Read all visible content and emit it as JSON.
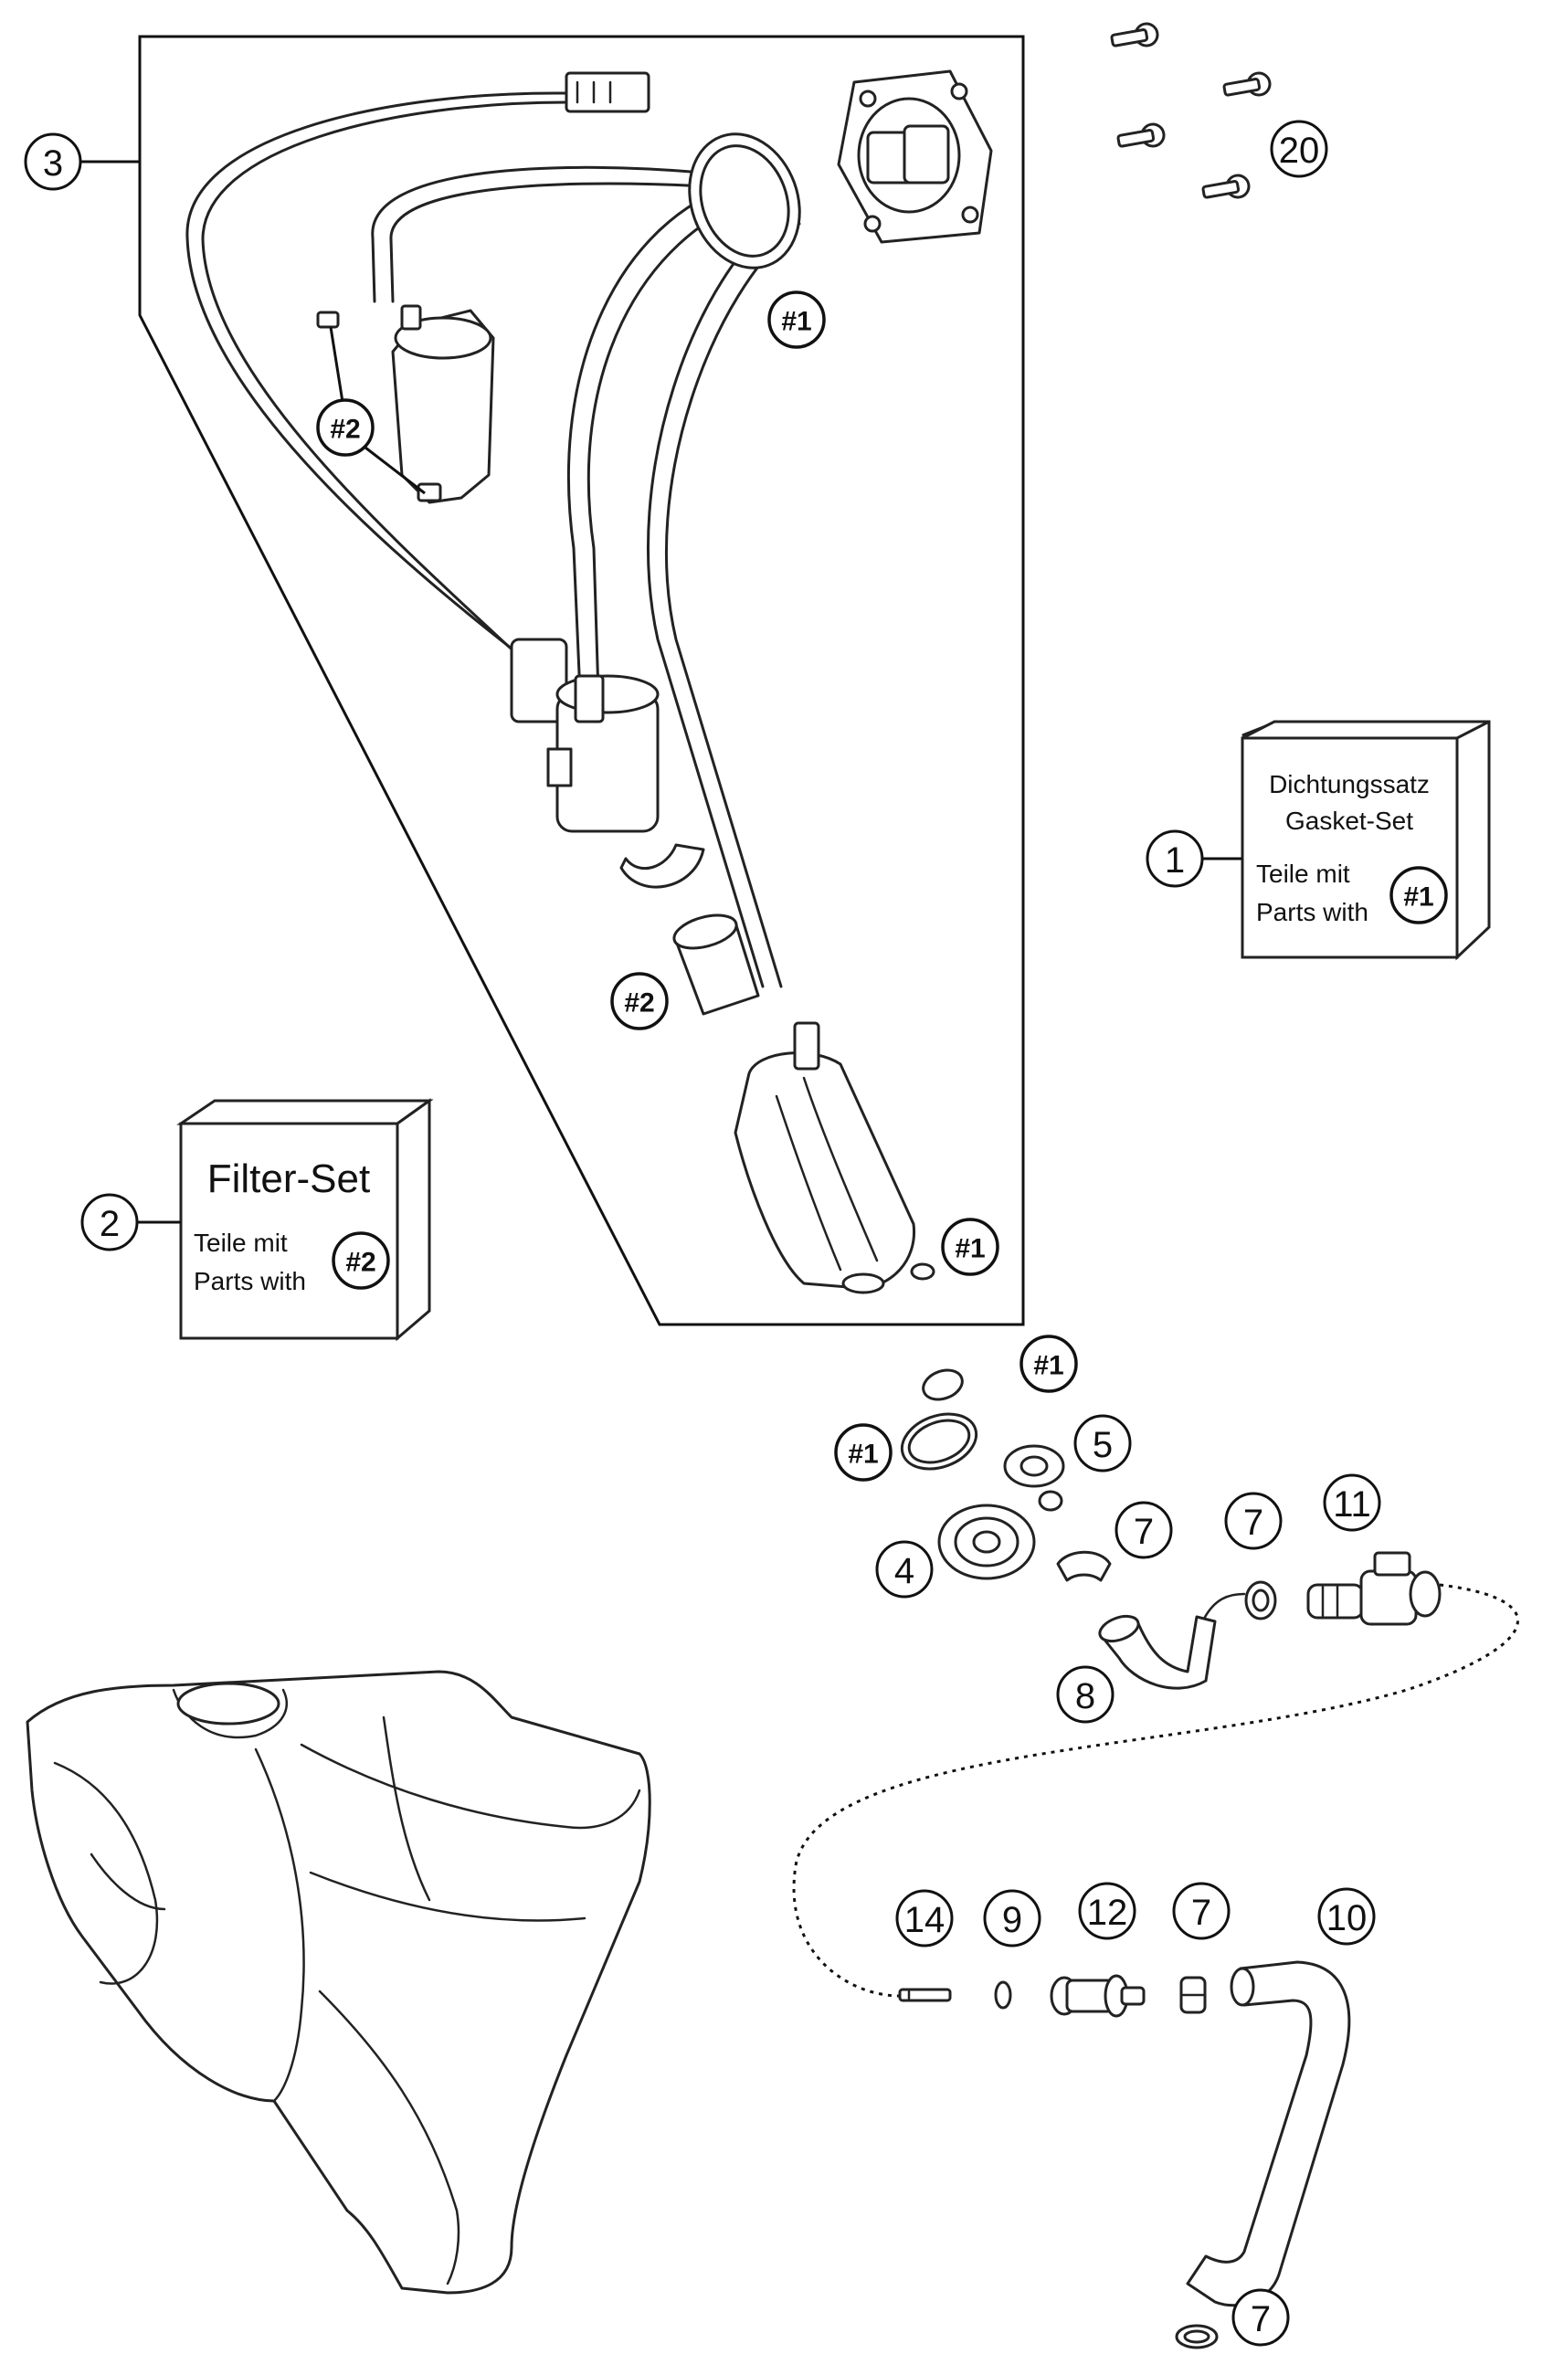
{
  "boxes": {
    "gasket_set": {
      "title_de": "Dichtungssatz",
      "title_en": "Gasket-Set",
      "line1": "Teile mit",
      "line2": "Parts with",
      "ref": "#1"
    },
    "filter_set": {
      "title": "Filter-Set",
      "line1": "Teile mit",
      "line2": "Parts with",
      "ref": "#2"
    }
  },
  "callouts": {
    "c1": "1",
    "c2": "2",
    "c3": "3",
    "c4": "4",
    "c5": "5",
    "c7a": "7",
    "c7b": "7",
    "c7c": "7",
    "c7d": "7",
    "c8": "8",
    "c9": "9",
    "c10": "10",
    "c11": "11",
    "c12": "12",
    "c14": "14",
    "c20": "20"
  },
  "refs": {
    "r1a": "#1",
    "r1b": "#1",
    "r1c": "#1",
    "r1d": "#1",
    "r2a": "#2",
    "r2b": "#2"
  }
}
